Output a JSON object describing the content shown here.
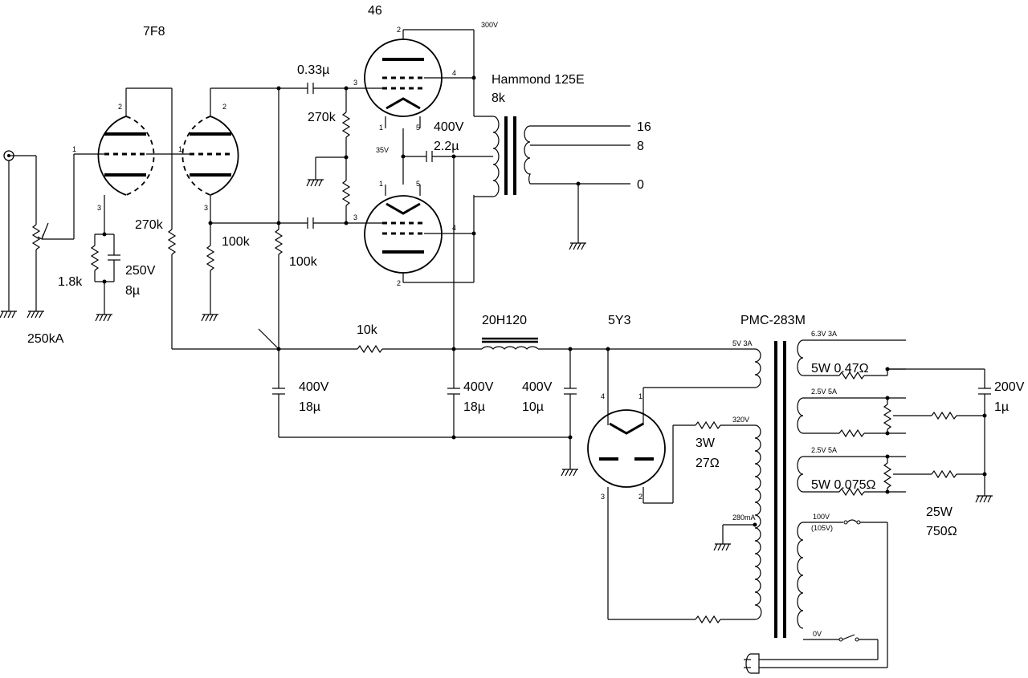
{
  "tubes": {
    "t7f8": "7F8",
    "t46": "46",
    "t5y3": "5Y3"
  },
  "labels": {
    "v300": "300V",
    "c033": "0.33µ",
    "hammond": "Hammond 125E",
    "ohm8k": "8k",
    "r270k_a": "270k",
    "r270k_b": "270k",
    "cap400_22_v": "400V",
    "cap400_22_c": "2.2µ",
    "v35": "35V",
    "tap16": "16",
    "tap8": "8",
    "tap0": "0",
    "r100k_a": "100k",
    "r100k_b": "100k",
    "r18k": "1.8k",
    "c250_v": "250V",
    "c250_c": "8µ",
    "pot250kA": "250kA",
    "r10k": "10k",
    "choke": "20H120",
    "pmc": "PMC-283M",
    "c400_18a_v": "400V",
    "c400_18a_c": "18µ",
    "c400_18b_v": "400V",
    "c400_18b_c": "18µ",
    "c400_10_v": "400V",
    "c400_10_c": "10µ",
    "w63": "6.3V 3A",
    "w5v": "5V 3A",
    "r047": "5W 0.47Ω",
    "w25a": "2.5V 5A",
    "w25b": "2.5V 5A",
    "r0075": "5W 0.075Ω",
    "w320": "320V",
    "r3w": "3W",
    "r27": "27Ω",
    "ma280": "280mA",
    "c200_v": "200V",
    "c200_c": "1µ",
    "r25w": "25W",
    "r750": "750Ω",
    "v100": "100V",
    "v105": "(105V)",
    "v0": "0V"
  },
  "pins": {
    "p1": "1",
    "p2": "2",
    "p3": "3",
    "p4": "4",
    "p5": "5"
  }
}
